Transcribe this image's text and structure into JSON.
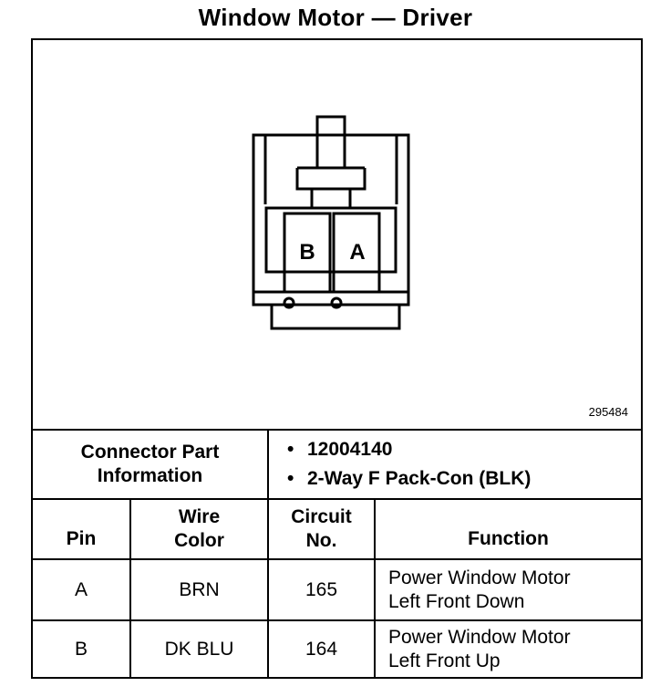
{
  "title": "Window Motor — Driver",
  "figure_number": "295484",
  "connector": {
    "pin_labels": [
      "B",
      "A"
    ]
  },
  "part_info": {
    "label_line1": "Connector Part",
    "label_line2": "Information",
    "items": [
      "12004140",
      "2-Way F Pack-Con (BLK)"
    ]
  },
  "table": {
    "headers": {
      "pin": "Pin",
      "wire_color_1": "Wire",
      "wire_color_2": "Color",
      "circuit_1": "Circuit",
      "circuit_2": "No.",
      "function": "Function"
    },
    "rows": [
      {
        "pin": "A",
        "wire_color": "BRN",
        "circuit": "165",
        "function_1": "Power Window Motor",
        "function_2": "Left Front Down"
      },
      {
        "pin": "B",
        "wire_color": "DK BLU",
        "circuit": "164",
        "function_1": "Power Window Motor",
        "function_2": "Left Front Up"
      }
    ]
  }
}
